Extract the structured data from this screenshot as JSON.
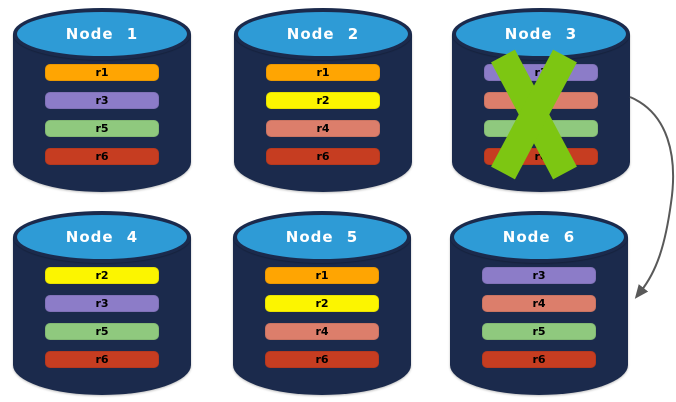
{
  "colors": {
    "cylinder_body": "#1B2A4C",
    "cylinder_top_blue": "#2E9BD6",
    "node_title_text": "#FFFFFF",
    "bar_text": "#000000",
    "failure_x_green": "#7DC612",
    "arrow_gray": "#595959",
    "replica_colors": {
      "r1": "#FFA502",
      "r2": "#FCF500",
      "r3": "#8C7CC8",
      "r4": "#DC7E6B",
      "r5": "#8FC97E",
      "r6": "#C63D21"
    }
  },
  "icons": {
    "failure_x": "x-mark",
    "failover_arrow": "curved-arrow-down"
  },
  "nodes": [
    {
      "title": "Node 1",
      "replicas": [
        "r1",
        "r3",
        "r5",
        "r6"
      ]
    },
    {
      "title": "Node 2",
      "replicas": [
        "r1",
        "r2",
        "r4",
        "r6"
      ]
    },
    {
      "title": "Node 3",
      "replicas": [
        "r3",
        "r4",
        "r5",
        "r6"
      ]
    },
    {
      "title": "Node 4",
      "replicas": [
        "r2",
        "r3",
        "r5",
        "r6"
      ]
    },
    {
      "title": "Node 5",
      "replicas": [
        "r1",
        "r2",
        "r4",
        "r6"
      ]
    },
    {
      "title": "Node 6",
      "replicas": [
        "r3",
        "r4",
        "r5",
        "r6"
      ]
    }
  ]
}
